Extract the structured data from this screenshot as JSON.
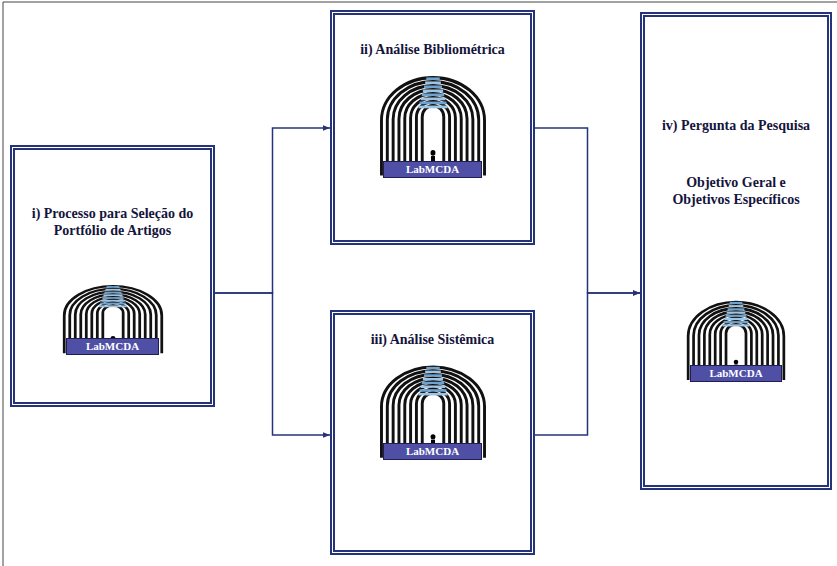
{
  "diagram": {
    "nodes": [
      {
        "text": [
          "i) Processo para Seleção do Portfólio de Artigos",
          "LabMCDA"
        ]
      },
      {
        "text": [
          "ii) Análise Bibliométrica",
          "LabMCDA"
        ]
      },
      {
        "text": [
          "iii) Análise Sistêmica",
          "LabMCDA"
        ]
      },
      {
        "text": [
          "iv) Pergunta da Pesquisa",
          "Objetivo Geral e Objetivos Específicos",
          "LabMCDA"
        ]
      }
    ],
    "edges": [
      {
        "from": 0,
        "to": 1,
        "arrow": "to"
      },
      {
        "from": 0,
        "to": 2,
        "arrow": "to"
      },
      {
        "from": 1,
        "to": 3,
        "arrow": "to"
      },
      {
        "from": 2,
        "to": 3,
        "arrow": "to"
      }
    ]
  }
}
